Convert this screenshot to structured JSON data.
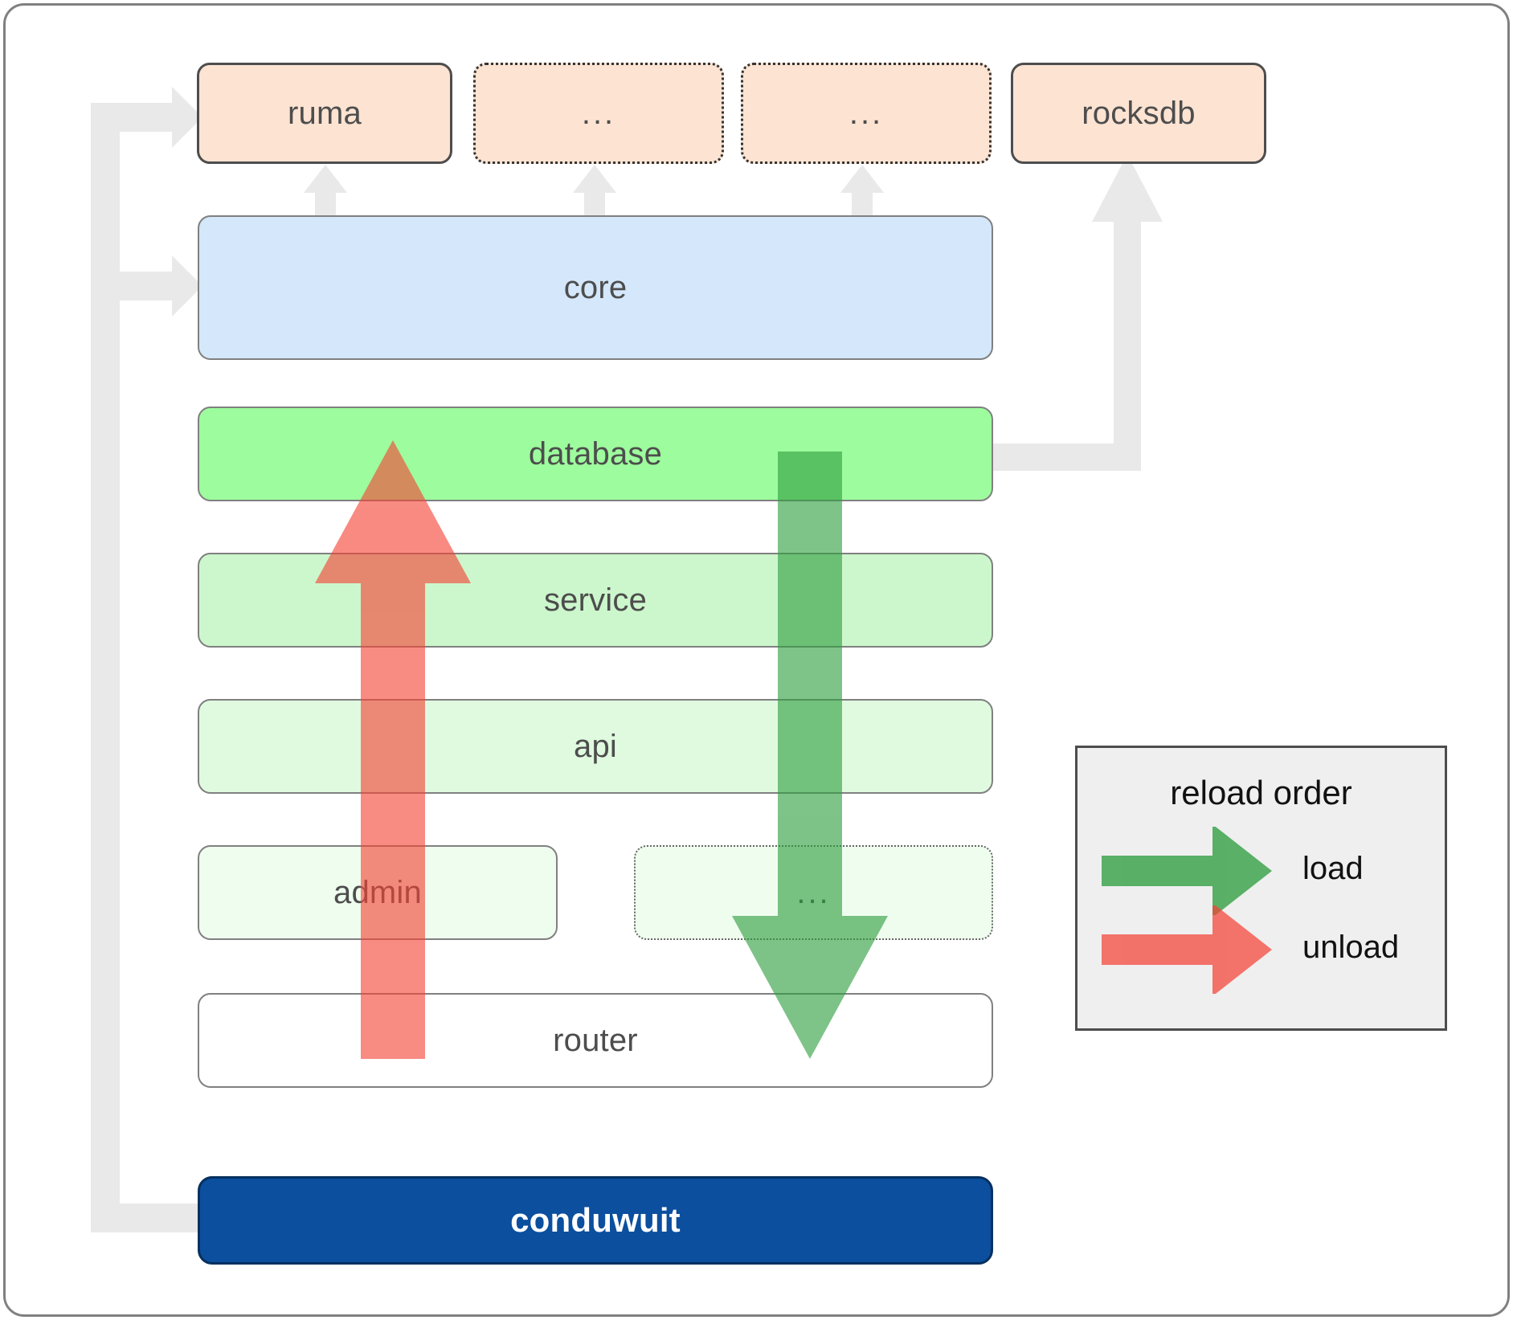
{
  "diagram": {
    "title": "conduwuit crate dependency and reload order diagram",
    "colors": {
      "dependency_fill": "#fde3d2",
      "core_fill": "#d4e7fb",
      "database_fill": "#9dfc9d",
      "service_fill": "#ccf7cc",
      "api_fill": "#e0fae0",
      "admin_fill": "#effdef",
      "router_fill": "#ffffff",
      "root_fill": "#0b4f9e",
      "load_arrow": "#4caf50",
      "unload_arrow": "#fa7d7d",
      "connector": "#e9e9e9",
      "legend_bg": "#efefef",
      "border": "#808080"
    }
  },
  "dependencies": [
    {
      "id": "ruma",
      "label": "ruma",
      "style": "solid"
    },
    {
      "id": "dep2",
      "label": "...",
      "style": "dotted"
    },
    {
      "id": "dep3",
      "label": "...",
      "style": "dotted"
    },
    {
      "id": "rocksdb",
      "label": "rocksdb",
      "style": "solid"
    }
  ],
  "layers": [
    {
      "id": "core",
      "label": "core",
      "style": "solid",
      "fill": "#d4e7fb"
    },
    {
      "id": "database",
      "label": "database",
      "style": "solid",
      "fill": "#9dfc9d"
    },
    {
      "id": "service",
      "label": "service",
      "style": "solid",
      "fill": "#ccf7cc"
    },
    {
      "id": "api",
      "label": "api",
      "style": "solid",
      "fill": "#e0fae0"
    },
    {
      "id": "admin",
      "label": "admin",
      "style": "solid",
      "fill": "#effdef"
    },
    {
      "id": "extra",
      "label": "...",
      "style": "dotted",
      "fill": "#effdef"
    },
    {
      "id": "router",
      "label": "router",
      "style": "solid",
      "fill": "#ffffff"
    }
  ],
  "root": {
    "id": "conduwuit",
    "label": "conduwuit"
  },
  "legend": {
    "title": "reload order",
    "items": [
      {
        "id": "load",
        "label": "load",
        "color": "#4caf50"
      },
      {
        "id": "unload",
        "label": "unload",
        "color": "#fa7d7d"
      }
    ]
  }
}
